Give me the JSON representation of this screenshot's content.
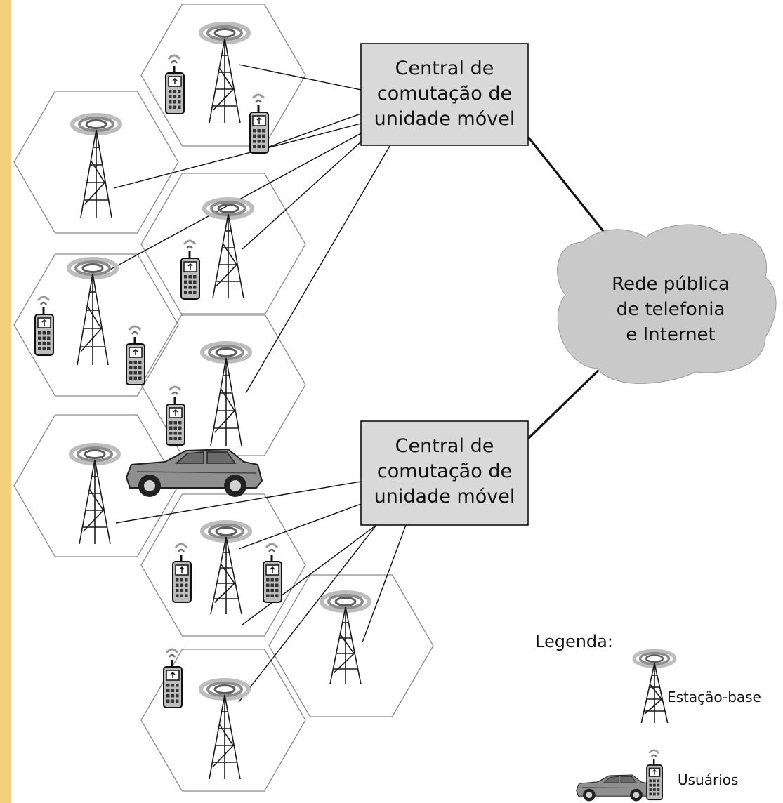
{
  "left_border_color": "#f4cf7e",
  "switch_center_top": {
    "lines": [
      "Central de",
      "comutação de",
      "unidade móvel"
    ]
  },
  "switch_center_bottom": {
    "lines": [
      "Central de",
      "comutação de",
      "unidade móvel"
    ]
  },
  "network_cloud": {
    "lines": [
      "Rede pública",
      "de telefonia",
      "e Internet"
    ]
  },
  "legend": {
    "title": "Legenda:",
    "base_station_label": "Estação-base",
    "users_label": "Usuários",
    "icons": [
      "antenna-tower-icon",
      "car-icon",
      "mobile-phone-icon"
    ]
  },
  "colors": {
    "box_fill": "#d9d9d9",
    "cloud_fill": "#c9c9c9",
    "hex_stroke": "#8a8a8a",
    "car_body": "#8f8f8f"
  }
}
